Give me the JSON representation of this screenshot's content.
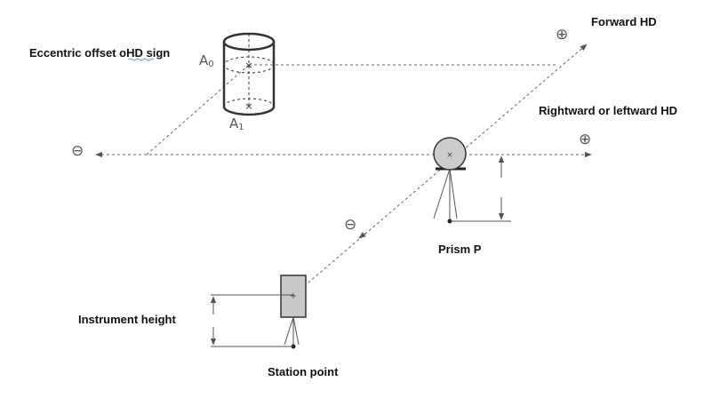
{
  "labels": {
    "eccentric_prefix": "Eccentric offset ",
    "eccentric_word": "oHD",
    "eccentric_suffix": " sign",
    "forward": "Forward HD",
    "rightward": "Rightward or leftward HD",
    "prism": "Prism P",
    "instrument_height": "Instrument height",
    "station_point": "Station point"
  },
  "cylinder": {
    "top_letter": "A",
    "top_index": "0",
    "bottom_letter": "A",
    "bottom_index": "1"
  },
  "signs": {
    "plus": "⊕",
    "minus": "⊖"
  },
  "colors": {
    "line": "#666666",
    "instrument_fill": "#c8c8c8",
    "prism_fill": "#cccccc"
  }
}
